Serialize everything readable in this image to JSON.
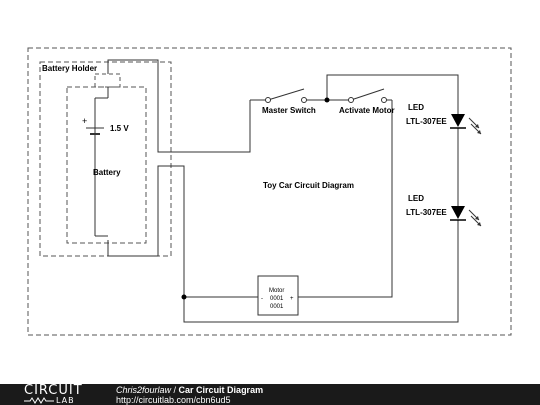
{
  "diagram": {
    "title": "Toy Car Circuit Diagram",
    "battery_holder_label": "Battery Holder",
    "battery_label": "Battery",
    "battery_voltage": "1.5 V",
    "battery_plus": "+",
    "master_switch_label": "Master Switch",
    "activate_motor_label": "Activate Motor",
    "led1": {
      "label": "LED",
      "part": "LTL-307EE"
    },
    "led2": {
      "label": "LED",
      "part": "LTL-307EE"
    },
    "motor": {
      "label": "Motor",
      "num1": "0001",
      "num2": "0001",
      "minus": "-",
      "plus": "+"
    }
  },
  "footer": {
    "brand": "CIRCUIT",
    "brand_sub": "LAB",
    "author": "Chris2fourlaw",
    "separator": " / ",
    "title": "Car Circuit Diagram",
    "url": "http://circuitlab.com/cbn6ud5"
  }
}
